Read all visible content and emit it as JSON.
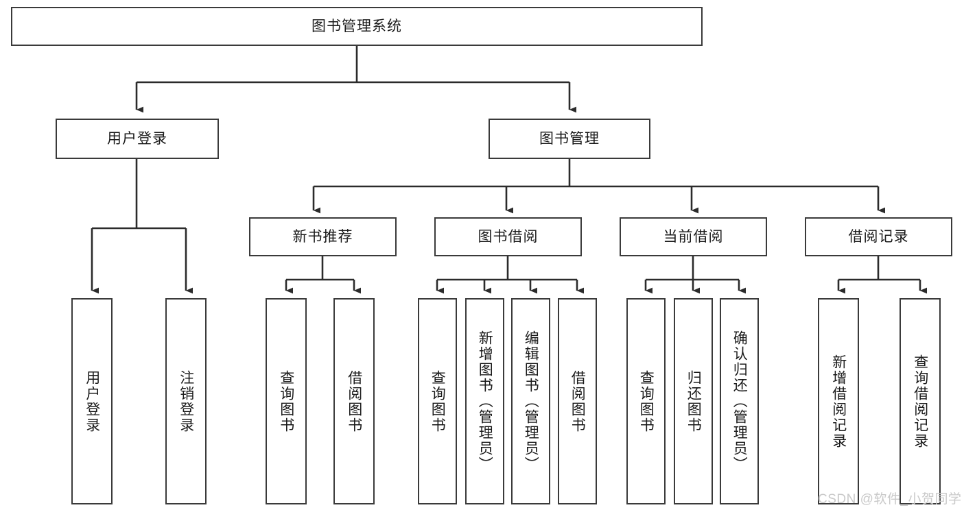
{
  "diagram": {
    "title": "图书管理系统",
    "type": "tree-structure-chart",
    "watermark": "CSDN @软件_小贺同学",
    "colors": {
      "box_border": "#3a3a3a",
      "box_fill": "#ffffff",
      "edge": "#2b2b2b",
      "text": "#1a1a1a",
      "watermark": "#c9c9c9",
      "background": "#ffffff"
    },
    "nodes": {
      "root": {
        "label": "图书管理系统",
        "orientation": "horizontal"
      },
      "level1": [
        {
          "label": "用户登录",
          "orientation": "horizontal"
        },
        {
          "label": "图书管理",
          "orientation": "horizontal"
        }
      ],
      "level2": [
        {
          "label": "新书推荐",
          "orientation": "horizontal"
        },
        {
          "label": "图书借阅",
          "orientation": "horizontal"
        },
        {
          "label": "当前借阅",
          "orientation": "horizontal"
        },
        {
          "label": "借阅记录",
          "orientation": "horizontal"
        }
      ],
      "leaves_user_login": [
        {
          "label": "用户登录",
          "orientation": "vertical"
        },
        {
          "label": "注销登录",
          "orientation": "vertical"
        }
      ],
      "leaves_new_books": [
        {
          "label": "查询图书",
          "orientation": "vertical"
        },
        {
          "label": "借阅图书",
          "orientation": "vertical"
        }
      ],
      "leaves_borrow_books": [
        {
          "label": "查询图书",
          "orientation": "vertical"
        },
        {
          "label": "新增图书（管理员）",
          "orientation": "vertical"
        },
        {
          "label": "编辑图书（管理员）",
          "orientation": "vertical"
        },
        {
          "label": "借阅图书",
          "orientation": "vertical"
        }
      ],
      "leaves_current_borrow": [
        {
          "label": "查询图书",
          "orientation": "vertical"
        },
        {
          "label": "归还图书",
          "orientation": "vertical"
        },
        {
          "label": "确认归还（管理员）",
          "orientation": "vertical"
        }
      ],
      "leaves_borrow_records": [
        {
          "label": "新增借阅记录",
          "orientation": "vertical"
        },
        {
          "label": "查询借阅记录",
          "orientation": "vertical"
        }
      ]
    }
  }
}
